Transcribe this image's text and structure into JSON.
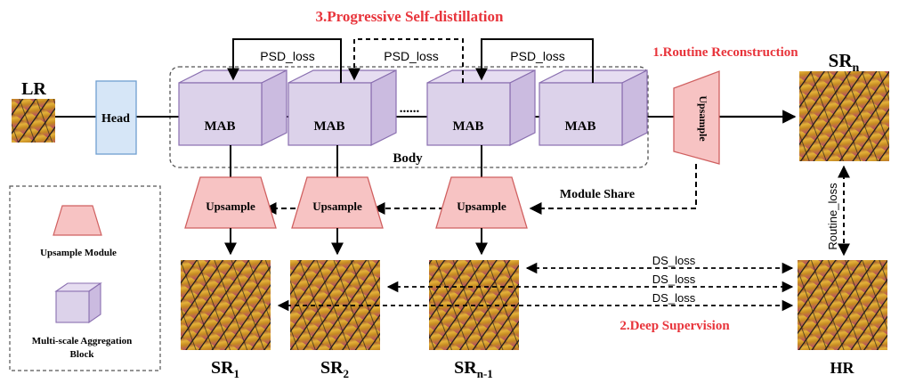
{
  "title": "3.Progressive Self-distillation",
  "labels": {
    "routine_reconstruction": "1.Routine Reconstruction",
    "deep_supervision": "2.Deep Supervision",
    "lr": "LR",
    "head": "Head",
    "body": "Body",
    "mab": "MAB",
    "upsample": "Upsample",
    "module_share": "Module Share",
    "psd_loss": "PSD_loss",
    "ds_loss": "DS_loss",
    "routine_loss": "Routine_loss",
    "ellipsis": "......",
    "sr": "SR",
    "sub_n": "n",
    "sub_1": "1",
    "sub_2": "2",
    "sub_n1": "n-1",
    "hr": "HR"
  },
  "legend": {
    "upsample_module": "Upsample Module",
    "mab_line1": "Multi-scale Aggregation",
    "mab_line2": "Block"
  },
  "colors": {
    "mab_fill": "#dcd2ea",
    "mab_stroke": "#8a6fb0",
    "upsample_fill": "#f7c3c3",
    "upsample_stroke": "#d06060",
    "head_fill": "#d6e6f7",
    "head_stroke": "#6f9fd0",
    "accent_red": "#e8343b"
  }
}
